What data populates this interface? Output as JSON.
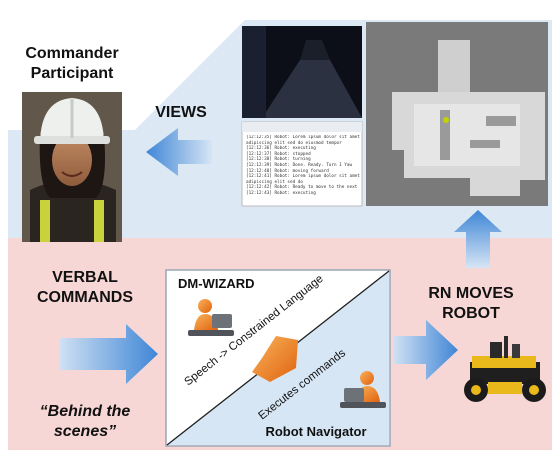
{
  "participant_label": [
    "Commander",
    "Participant"
  ],
  "views_label": "VIEWS",
  "verbal_label": [
    "VERBAL",
    "COMMANDS"
  ],
  "behind_label": [
    "“Behind the",
    "scenes”"
  ],
  "dm_wizard_label": "DM-WIZARD",
  "speech_label": "Speech -> Constrained Language",
  "executes_label": "Executes commands",
  "robot_navigator_label": "Robot Navigator",
  "rn_moves_label": [
    "RN MOVES",
    "ROBOT"
  ],
  "log_lines": [
    "[12:12:35] Robot: Lorem ipsum dolor sit amet consectetur",
    "adipiscing elit sed do eiusmod tempor",
    "[12:12:36] Robot: executing",
    "[12:12:37] Robot: stopped",
    "[12:12:38] Robot: turning",
    "[12:12:39] Robot: Done. Ready. Turn 1 Yaw",
    "[12:12:40] Robot: moving forward",
    "[12:12:41] Robot: Lorem ipsum dolor sit amet consectetur",
    "adipiscing elit sed do",
    "[12:12:42] Robot: Ready to move to the next point",
    "[12:12:43] Robot: executing"
  ],
  "colors": {
    "top_panel": "#dce9f4",
    "bottom_panel": "#f7d7d5",
    "arrow_blue": "#4f8fd8",
    "accent_orange": "#f07c1c",
    "robot_yellow": "#e9b81a"
  }
}
